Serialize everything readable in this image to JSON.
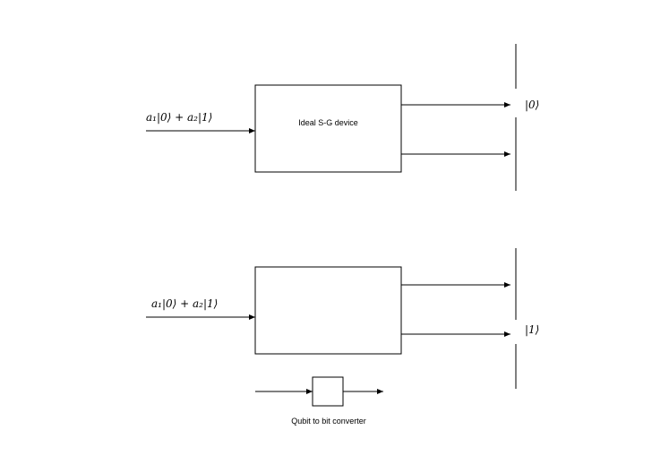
{
  "top_diagram": {
    "input_state": "a₁|0⟩ + a₂|1⟩",
    "device_label": "Ideal S-G device",
    "output_state": "|0⟩"
  },
  "bottom_diagram": {
    "input_state": "a₁|0⟩ + a₂|1⟩",
    "output_state": "|1⟩"
  },
  "legend": {
    "label": "Qubit to bit converter"
  }
}
